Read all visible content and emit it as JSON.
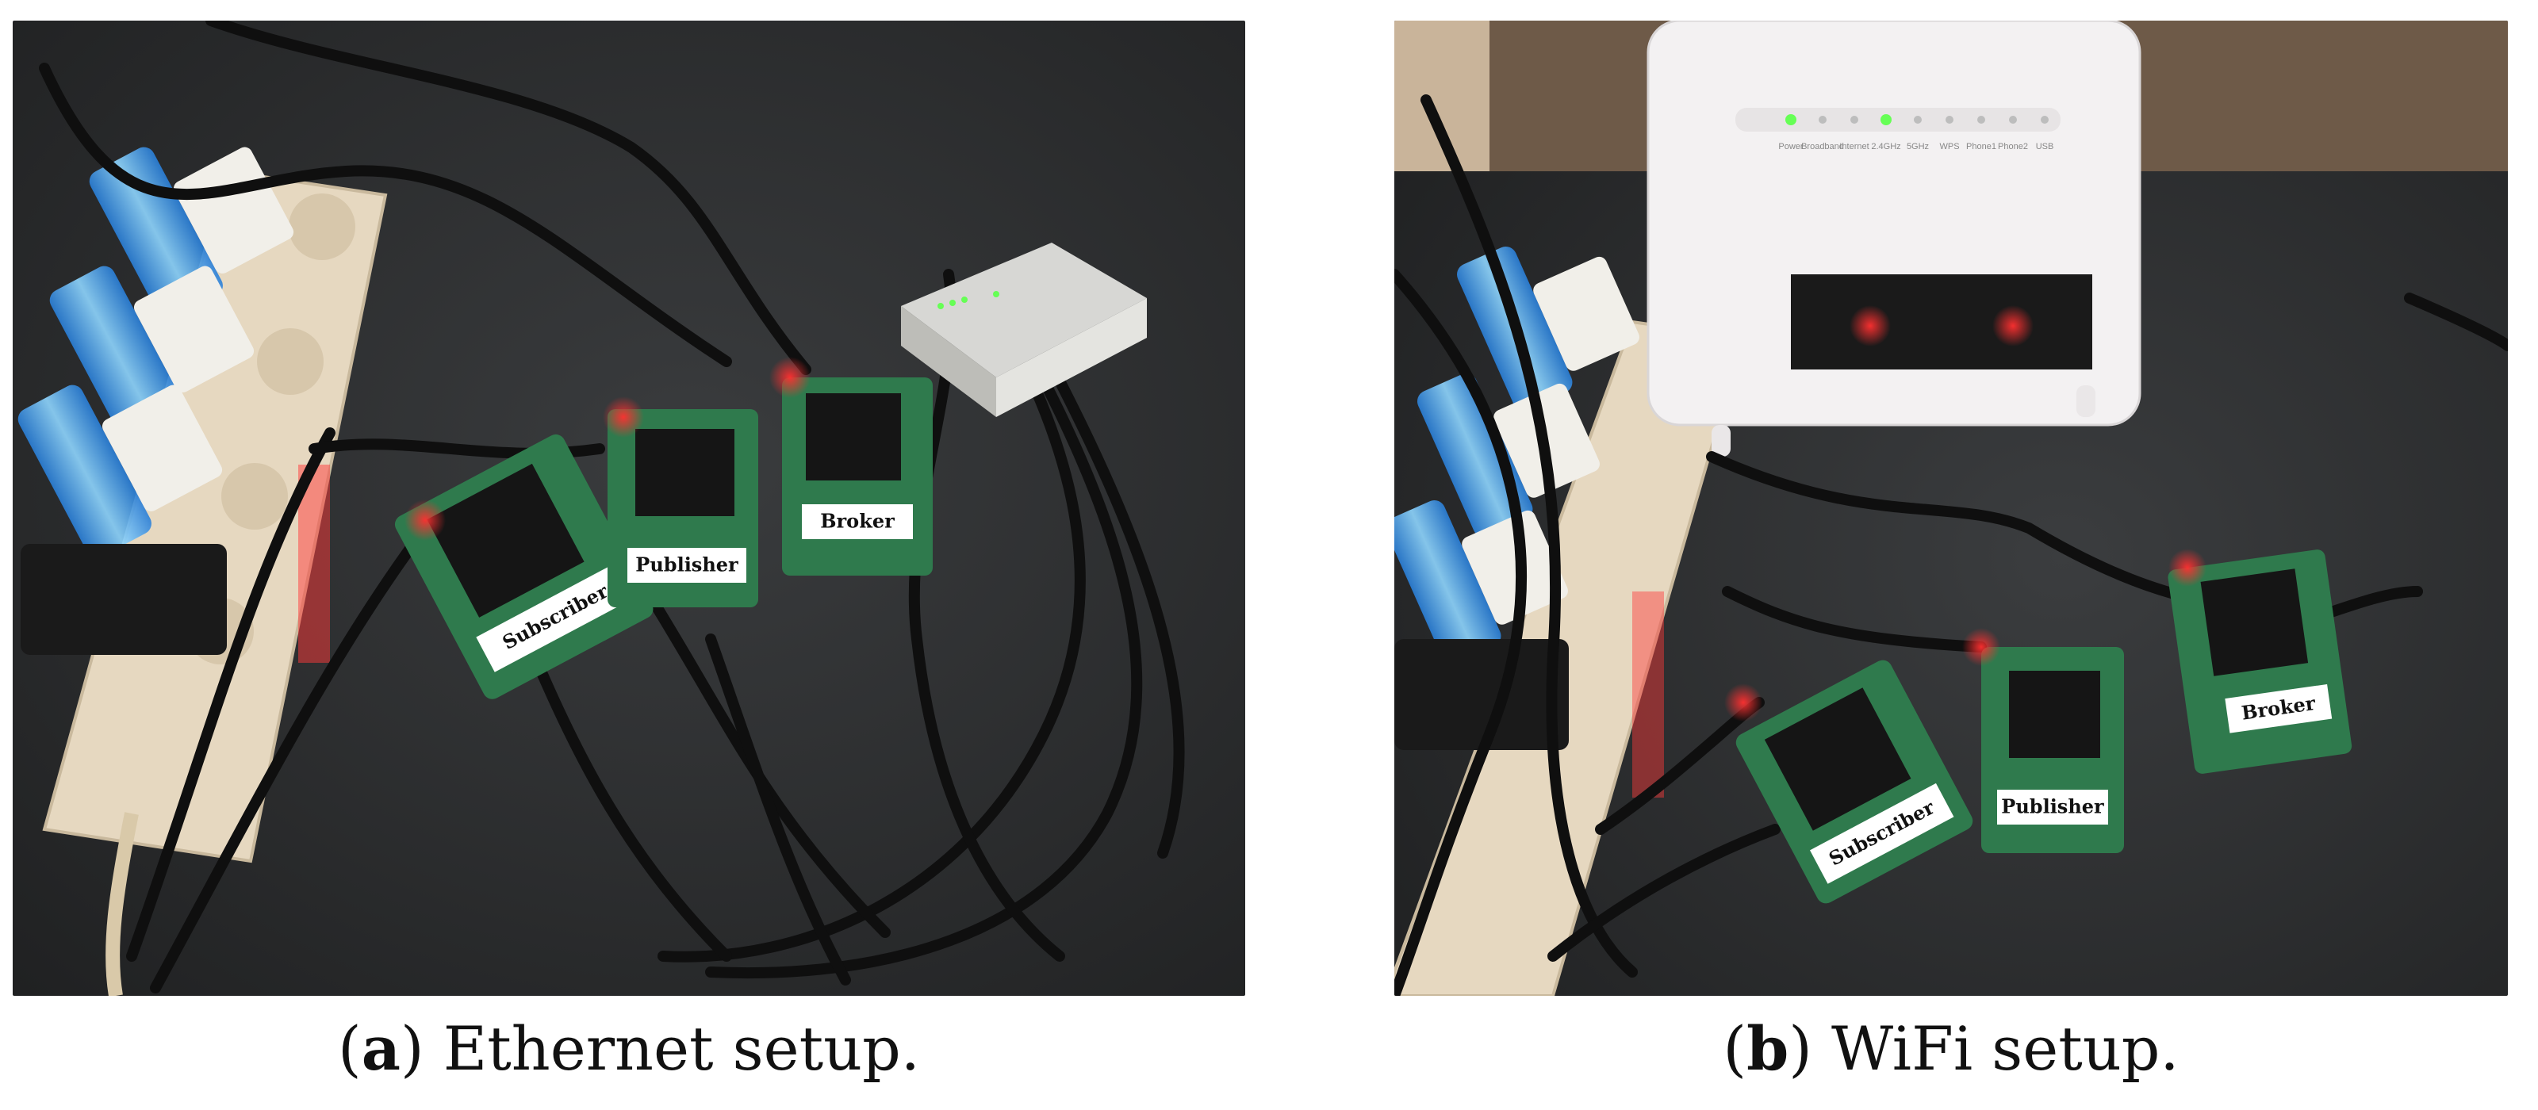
{
  "figure": {
    "panels": [
      {
        "id": "a",
        "caption_letter": "a",
        "caption_text": "Ethernet setup.",
        "board_labels": {
          "subscriber": "Subscriber",
          "publisher": "Publisher",
          "broker": "Broker"
        }
      },
      {
        "id": "b",
        "caption_letter": "b",
        "caption_text": "WiFi setup.",
        "board_labels": {
          "subscriber": "Subscriber",
          "publisher": "Publisher",
          "broker": "Broker"
        },
        "router_labels": [
          "Power",
          "Broadband",
          "Internet",
          "2.4GHz",
          "5GHz",
          "WPS",
          "Phone1",
          "Phone2",
          "USB"
        ]
      }
    ]
  },
  "colors": {
    "desk": "#2b2d2e",
    "board": "#2f7a4d",
    "heatsink": "#1b1b1b",
    "power_strip": "#e9dcc6",
    "usb_glow": "#5ab8ff",
    "led_red": "#ff2a2a",
    "led_green": "#66ff55",
    "router": "#f3f1f2"
  }
}
